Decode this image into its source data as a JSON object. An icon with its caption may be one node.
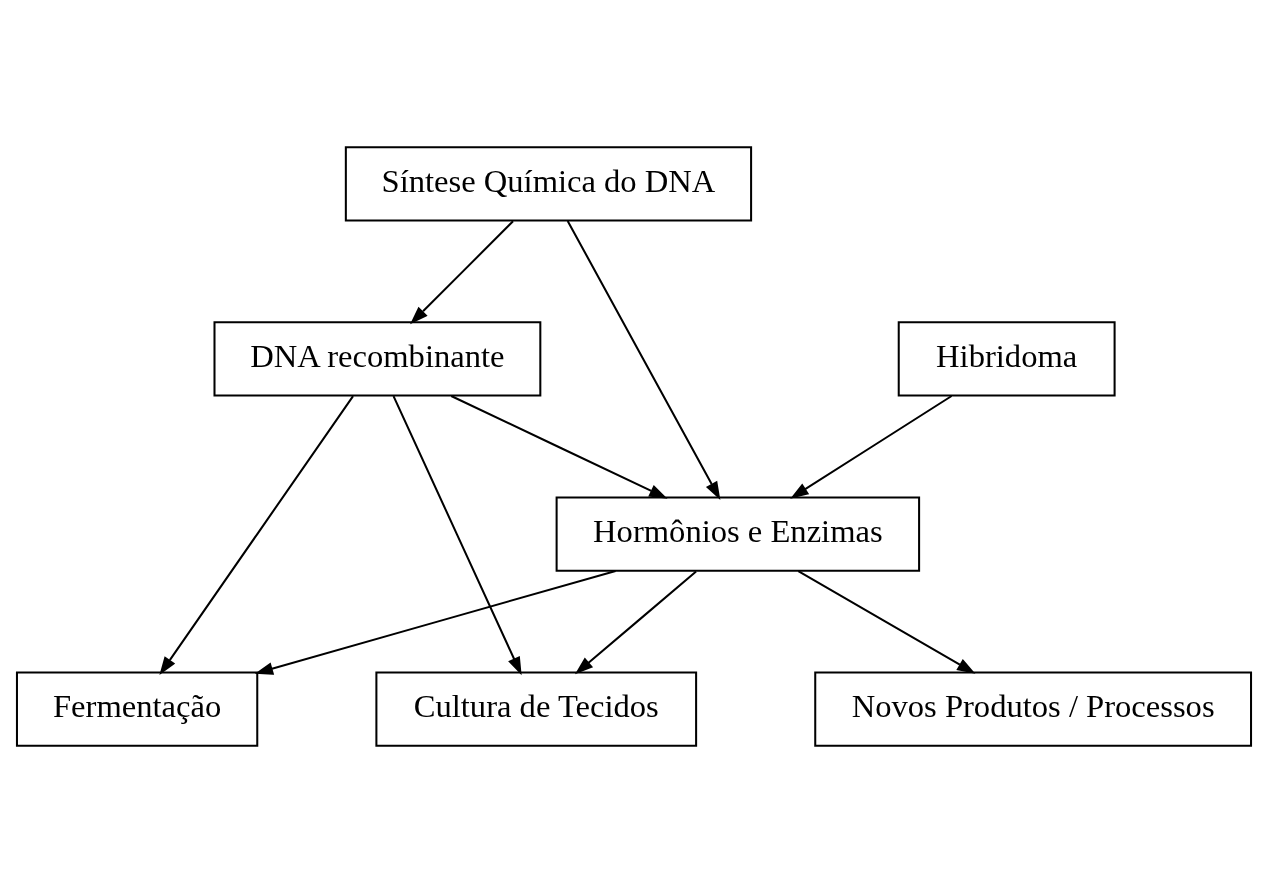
{
  "diagram": {
    "nodes": [
      {
        "text": [
          "Síntese Química do DNA"
        ]
      },
      {
        "text": [
          "DNA recombinante"
        ]
      },
      {
        "text": [
          "Hibridoma"
        ]
      },
      {
        "text": [
          "Hormônios e Enzimas"
        ]
      },
      {
        "text": [
          "Fermentação"
        ]
      },
      {
        "text": [
          "Cultura de Tecidos"
        ]
      },
      {
        "text": [
          "Novos Produtos / Processos"
        ]
      }
    ],
    "edges": [
      {
        "from": 0,
        "to": 1,
        "arrow": "to"
      },
      {
        "from": 0,
        "to": 3,
        "arrow": "to"
      },
      {
        "from": 1,
        "to": 3,
        "arrow": "to"
      },
      {
        "from": 2,
        "to": 3,
        "arrow": "to"
      },
      {
        "from": 1,
        "to": 4,
        "arrow": "to"
      },
      {
        "from": 1,
        "to": 5,
        "arrow": "to"
      },
      {
        "from": 3,
        "to": 4,
        "arrow": "to"
      },
      {
        "from": 3,
        "to": 5,
        "arrow": "to"
      },
      {
        "from": 3,
        "to": 6,
        "arrow": "to"
      }
    ]
  }
}
